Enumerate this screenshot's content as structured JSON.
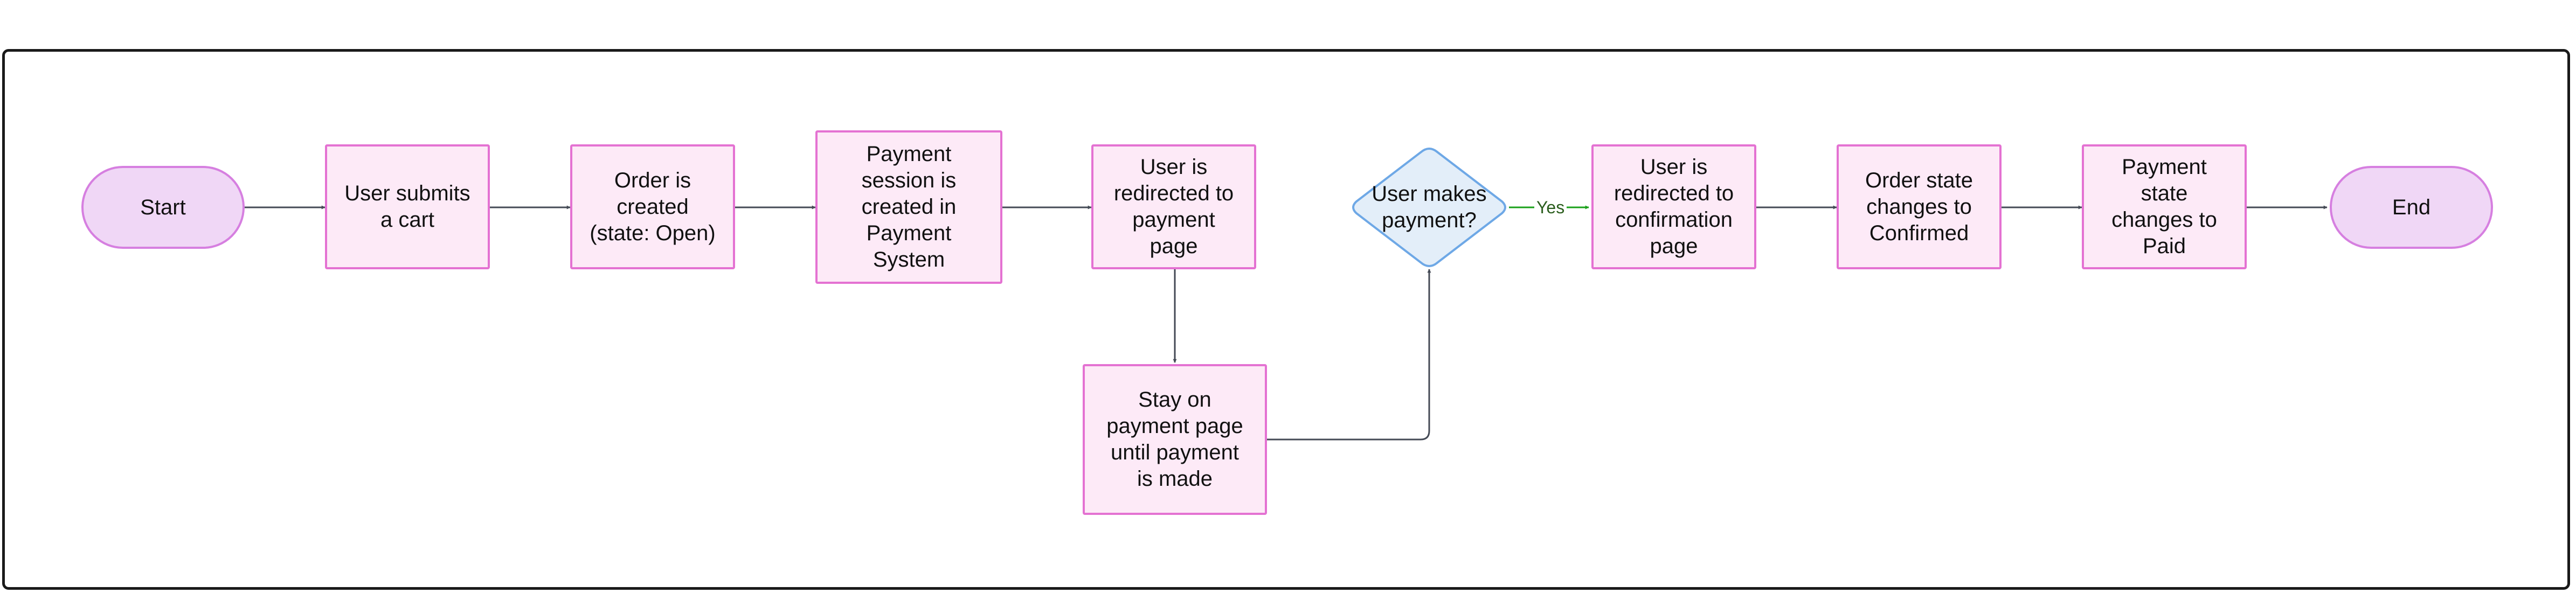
{
  "diagram": {
    "nodes": {
      "start": "Start",
      "submit_cart": "User submits\na cart",
      "order_created": "Order is\ncreated\n(state: Open)",
      "payment_session": "Payment\nsession is\ncreated in\nPayment\nSystem",
      "redirect_payment": "User is\nredirected to\npayment\npage",
      "stay_on_page": "Stay on\npayment page\nuntil payment\nis made",
      "decision": "User makes\npayment?",
      "redirect_confirmation": "User is\nredirected to\nconfirmation\npage",
      "order_confirmed": "Order state\nchanges to\nConfirmed",
      "payment_paid": "Payment\nstate\nchanges to\nPaid",
      "end": "End"
    },
    "edge_labels": {
      "yes": "Yes"
    },
    "colors": {
      "process_fill": "#fdeaf7",
      "process_border": "#e472d2",
      "terminal_fill": "#f0d7f6",
      "terminal_border": "#d67fe0",
      "decision_fill": "#e3eef9",
      "decision_border": "#6ea8e6",
      "arrow": "#444a55",
      "yes_arrow": "#1aa01a"
    }
  }
}
